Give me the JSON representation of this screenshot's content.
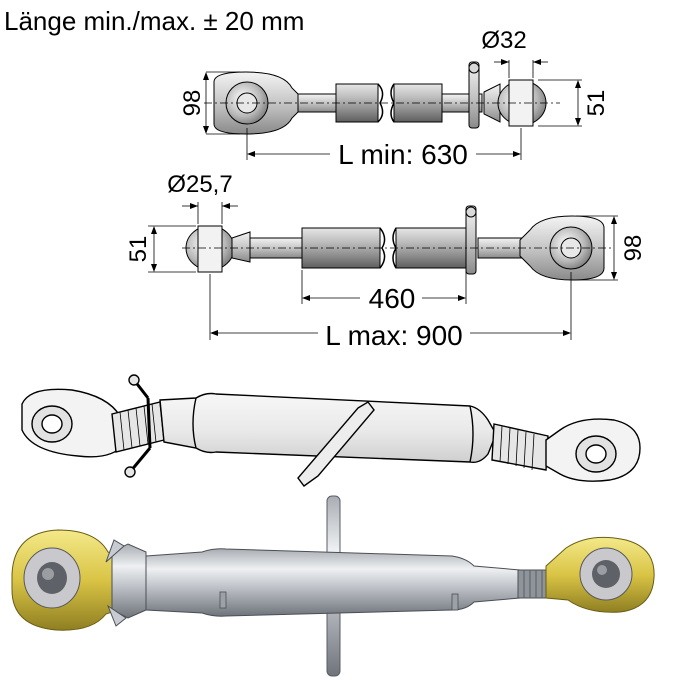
{
  "header": {
    "tolerance": "Länge min./max. ± 20 mm"
  },
  "drawing_top": {
    "eye_height": "98",
    "ball_diameter": "Ø32",
    "ball_width": "51",
    "length": "L min: 630"
  },
  "drawing_bottom": {
    "ball_diameter": "Ø25,7",
    "ball_width": "51",
    "eye_height": "98",
    "tube_length": "460",
    "length": "L max: 900"
  },
  "colors": {
    "line": "#000000",
    "metal_light": "#ececec",
    "metal_mid": "#b9b9b9",
    "metal_dark": "#7a7a7a",
    "photo_steel": "#c8ccd2",
    "photo_yellow": "#d9c445"
  }
}
